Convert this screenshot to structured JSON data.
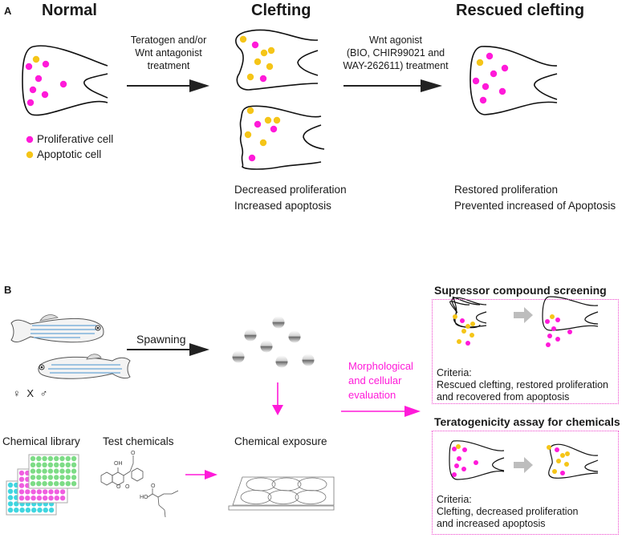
{
  "colors": {
    "proliferative": "#ff1ad9",
    "apoptotic": "#f5c518",
    "magenta_arrow": "#ff1ad9",
    "black_arrow": "#222222",
    "gray_arrow": "#bdbdbd",
    "fish_stripe": "#6aa6d6",
    "plate_green": "#7ddc86",
    "plate_pink": "#f05ee0",
    "plate_cyan": "#3fd6e0"
  },
  "panel_a": {
    "label": "A",
    "stages": [
      {
        "title": "Normal"
      },
      {
        "title": "Clefting"
      },
      {
        "title": "Rescued clefting"
      }
    ],
    "arrow1_label": [
      "Teratogen and/or",
      "Wnt antagonist",
      "treatment"
    ],
    "arrow2_label": [
      "Wnt agonist",
      "(BIO, CHIR99021 and",
      "WAY-262611) treatment"
    ],
    "legend": [
      {
        "icon": "proliferative-cell-dot",
        "label": "Proliferative cell"
      },
      {
        "icon": "apoptotic-cell-dot",
        "label": "Apoptotic cell"
      }
    ],
    "clefting_outcomes": [
      "Decreased proliferation",
      "Increased apoptosis"
    ],
    "rescued_outcomes": [
      "Restored proliferation",
      "Prevented increased of Apoptosis"
    ]
  },
  "panel_b": {
    "label": "B",
    "spawning_label": "Spawning",
    "cross_label": "♀ X ♂",
    "chemical_library_label": "Chemical library",
    "test_chemicals_label": "Test chemicals",
    "chemical_exposure_label": "Chemical exposure",
    "evaluation_label": [
      "Morphological",
      "and cellular",
      "evaluation"
    ],
    "suppressor_box": {
      "title": "Supressor compound screening",
      "criteria_title": "Criteria:",
      "criteria_lines": [
        "Rescued clefting, restored proliferation",
        "and recovered from apoptosis"
      ]
    },
    "teratogenicity_box": {
      "title": "Teratogenicity assay for chemicals",
      "criteria_title": "Criteria:",
      "criteria_lines": [
        "Clefting, decreased proliferation",
        "and increased apoptosis"
      ]
    },
    "molecule_labels": {
      "oh": "OH",
      "o1": "O",
      "o2": "O",
      "o3": "O",
      "ho": "HO",
      "o4": "O"
    }
  }
}
